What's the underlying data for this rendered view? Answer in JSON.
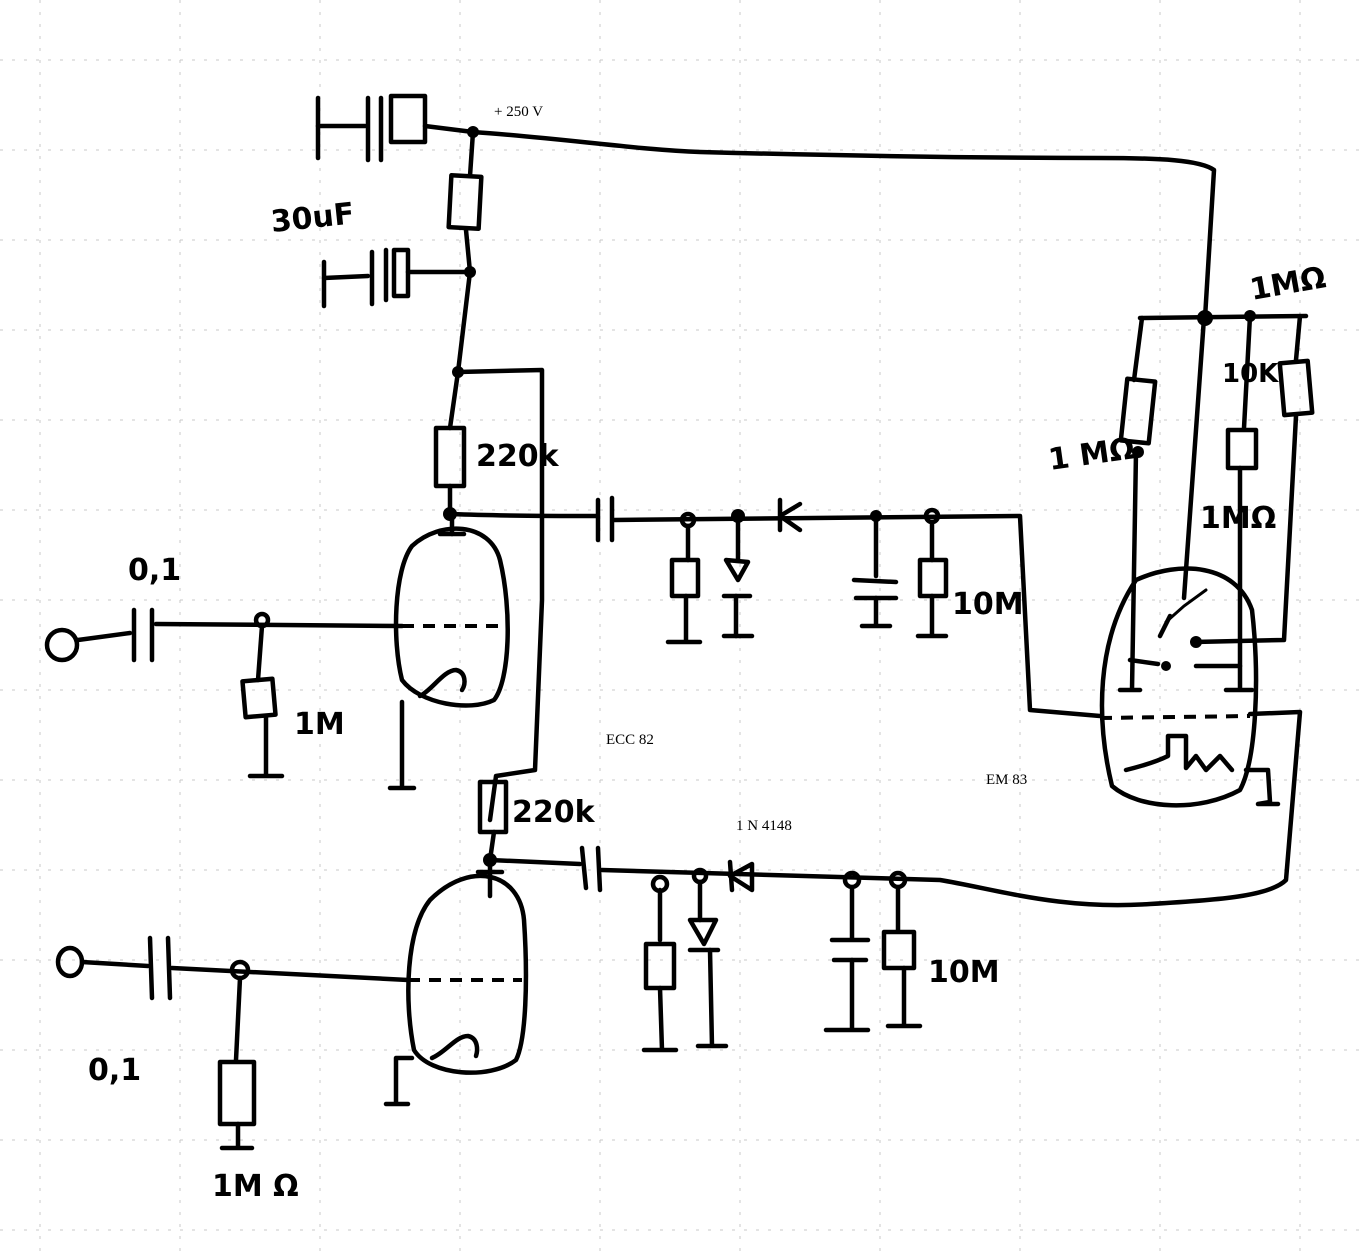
{
  "labels": {
    "supply_voltage": "+ 250 V",
    "filter_cap": "30uF",
    "anode_res_top": "220k",
    "anode_res_bottom": "220k",
    "input_cap_top": "0,1",
    "input_cap_bottom": "0,1",
    "grid_res_top": "1M",
    "grid_res_bottom": "1M Ω",
    "tube_ecc": "ECC 82",
    "tube_em": "EM 83",
    "diode_type": "1 N 4148",
    "filter_res_top": "10M",
    "filter_res_bottom": "10M",
    "em_res_left": "1 MΩ",
    "em_res_topright": "1MΩ",
    "em_res_small": "10K",
    "em_res_mid": "1MΩ"
  }
}
